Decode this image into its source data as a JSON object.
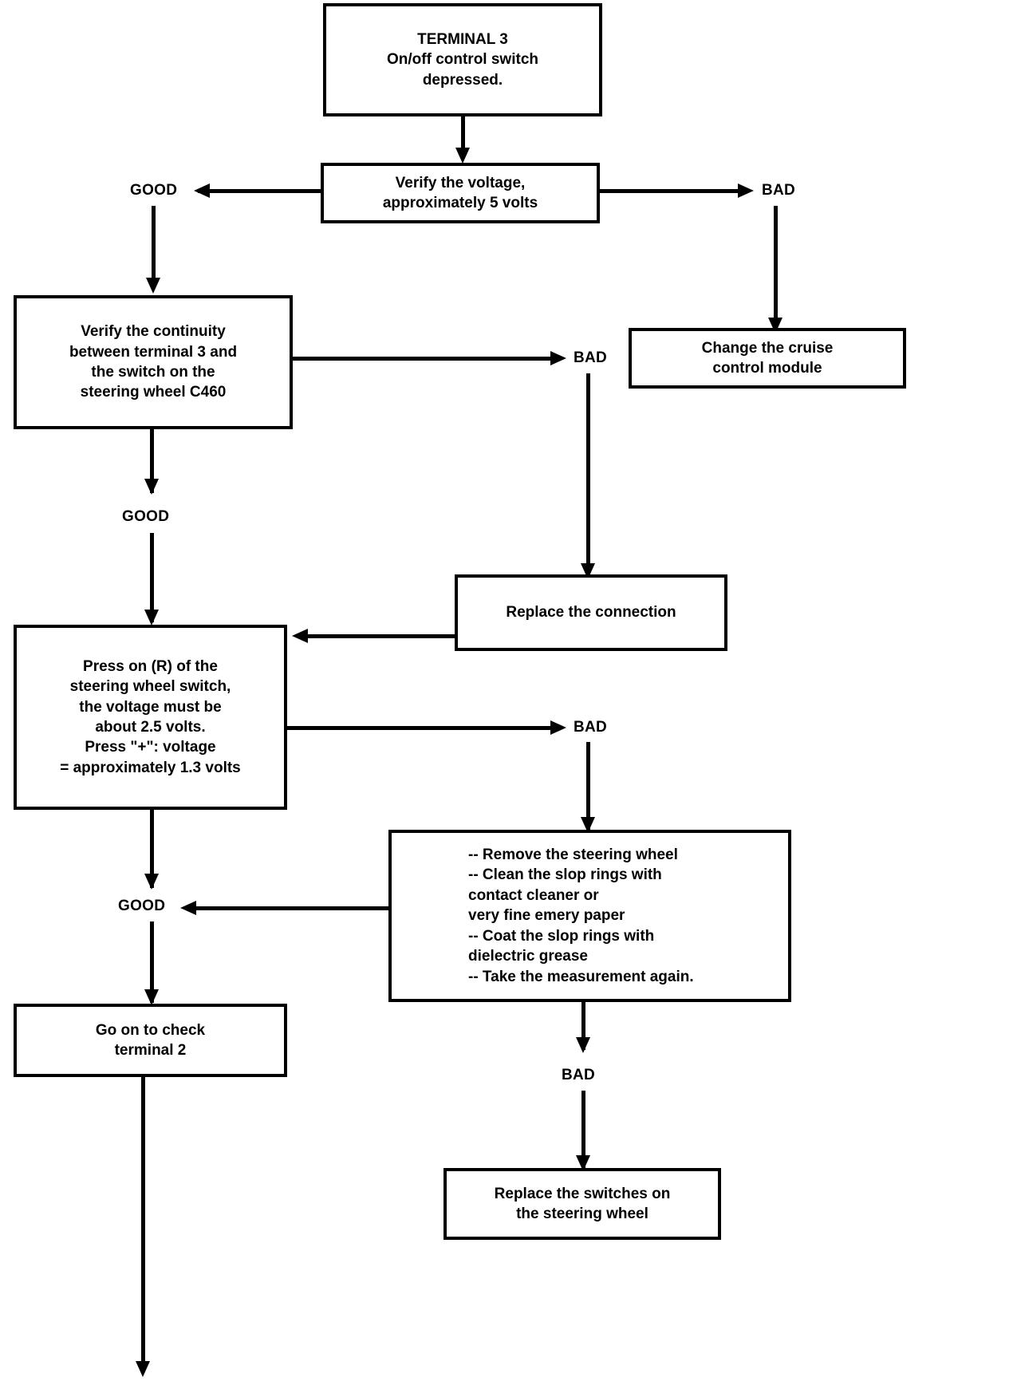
{
  "diagram": {
    "title": "Cruise control terminal 3 diagnostic flowchart",
    "type": "flowchart",
    "ink_color": "#000000",
    "background_color": "#ffffff",
    "nodes": {
      "terminal3": "TERMINAL 3\nOn/off control switch\ndepressed.",
      "verify_voltage": "Verify the voltage,\napproximately 5 volts",
      "change_module": "Change the cruise\ncontrol module",
      "verify_continuity": "Verify the continuity\nbetween terminal 3 and\nthe switch on the\nsteering wheel C460",
      "replace_connection": "Replace the connection",
      "press_r": "Press on (R) of the\nsteering wheel switch,\nthe voltage must be\nabout 2.5 volts.\nPress \"+\": voltage\n= approximately 1.3 volts",
      "service_steps": "-- Remove the steering wheel\n-- Clean the slop rings with\n     contact cleaner or\n     very fine emery paper\n-- Coat the slop rings with\n     dielectric grease\n-- Take the measurement again.",
      "go_on": "Go on to check\nterminal 2",
      "replace_switches": "Replace the switches on\nthe steering wheel"
    },
    "branch_labels": {
      "good_1": "GOOD",
      "bad_1": "BAD",
      "bad_2": "BAD",
      "good_2": "GOOD",
      "bad_3": "BAD",
      "good_3": "GOOD",
      "bad_4": "BAD"
    }
  }
}
